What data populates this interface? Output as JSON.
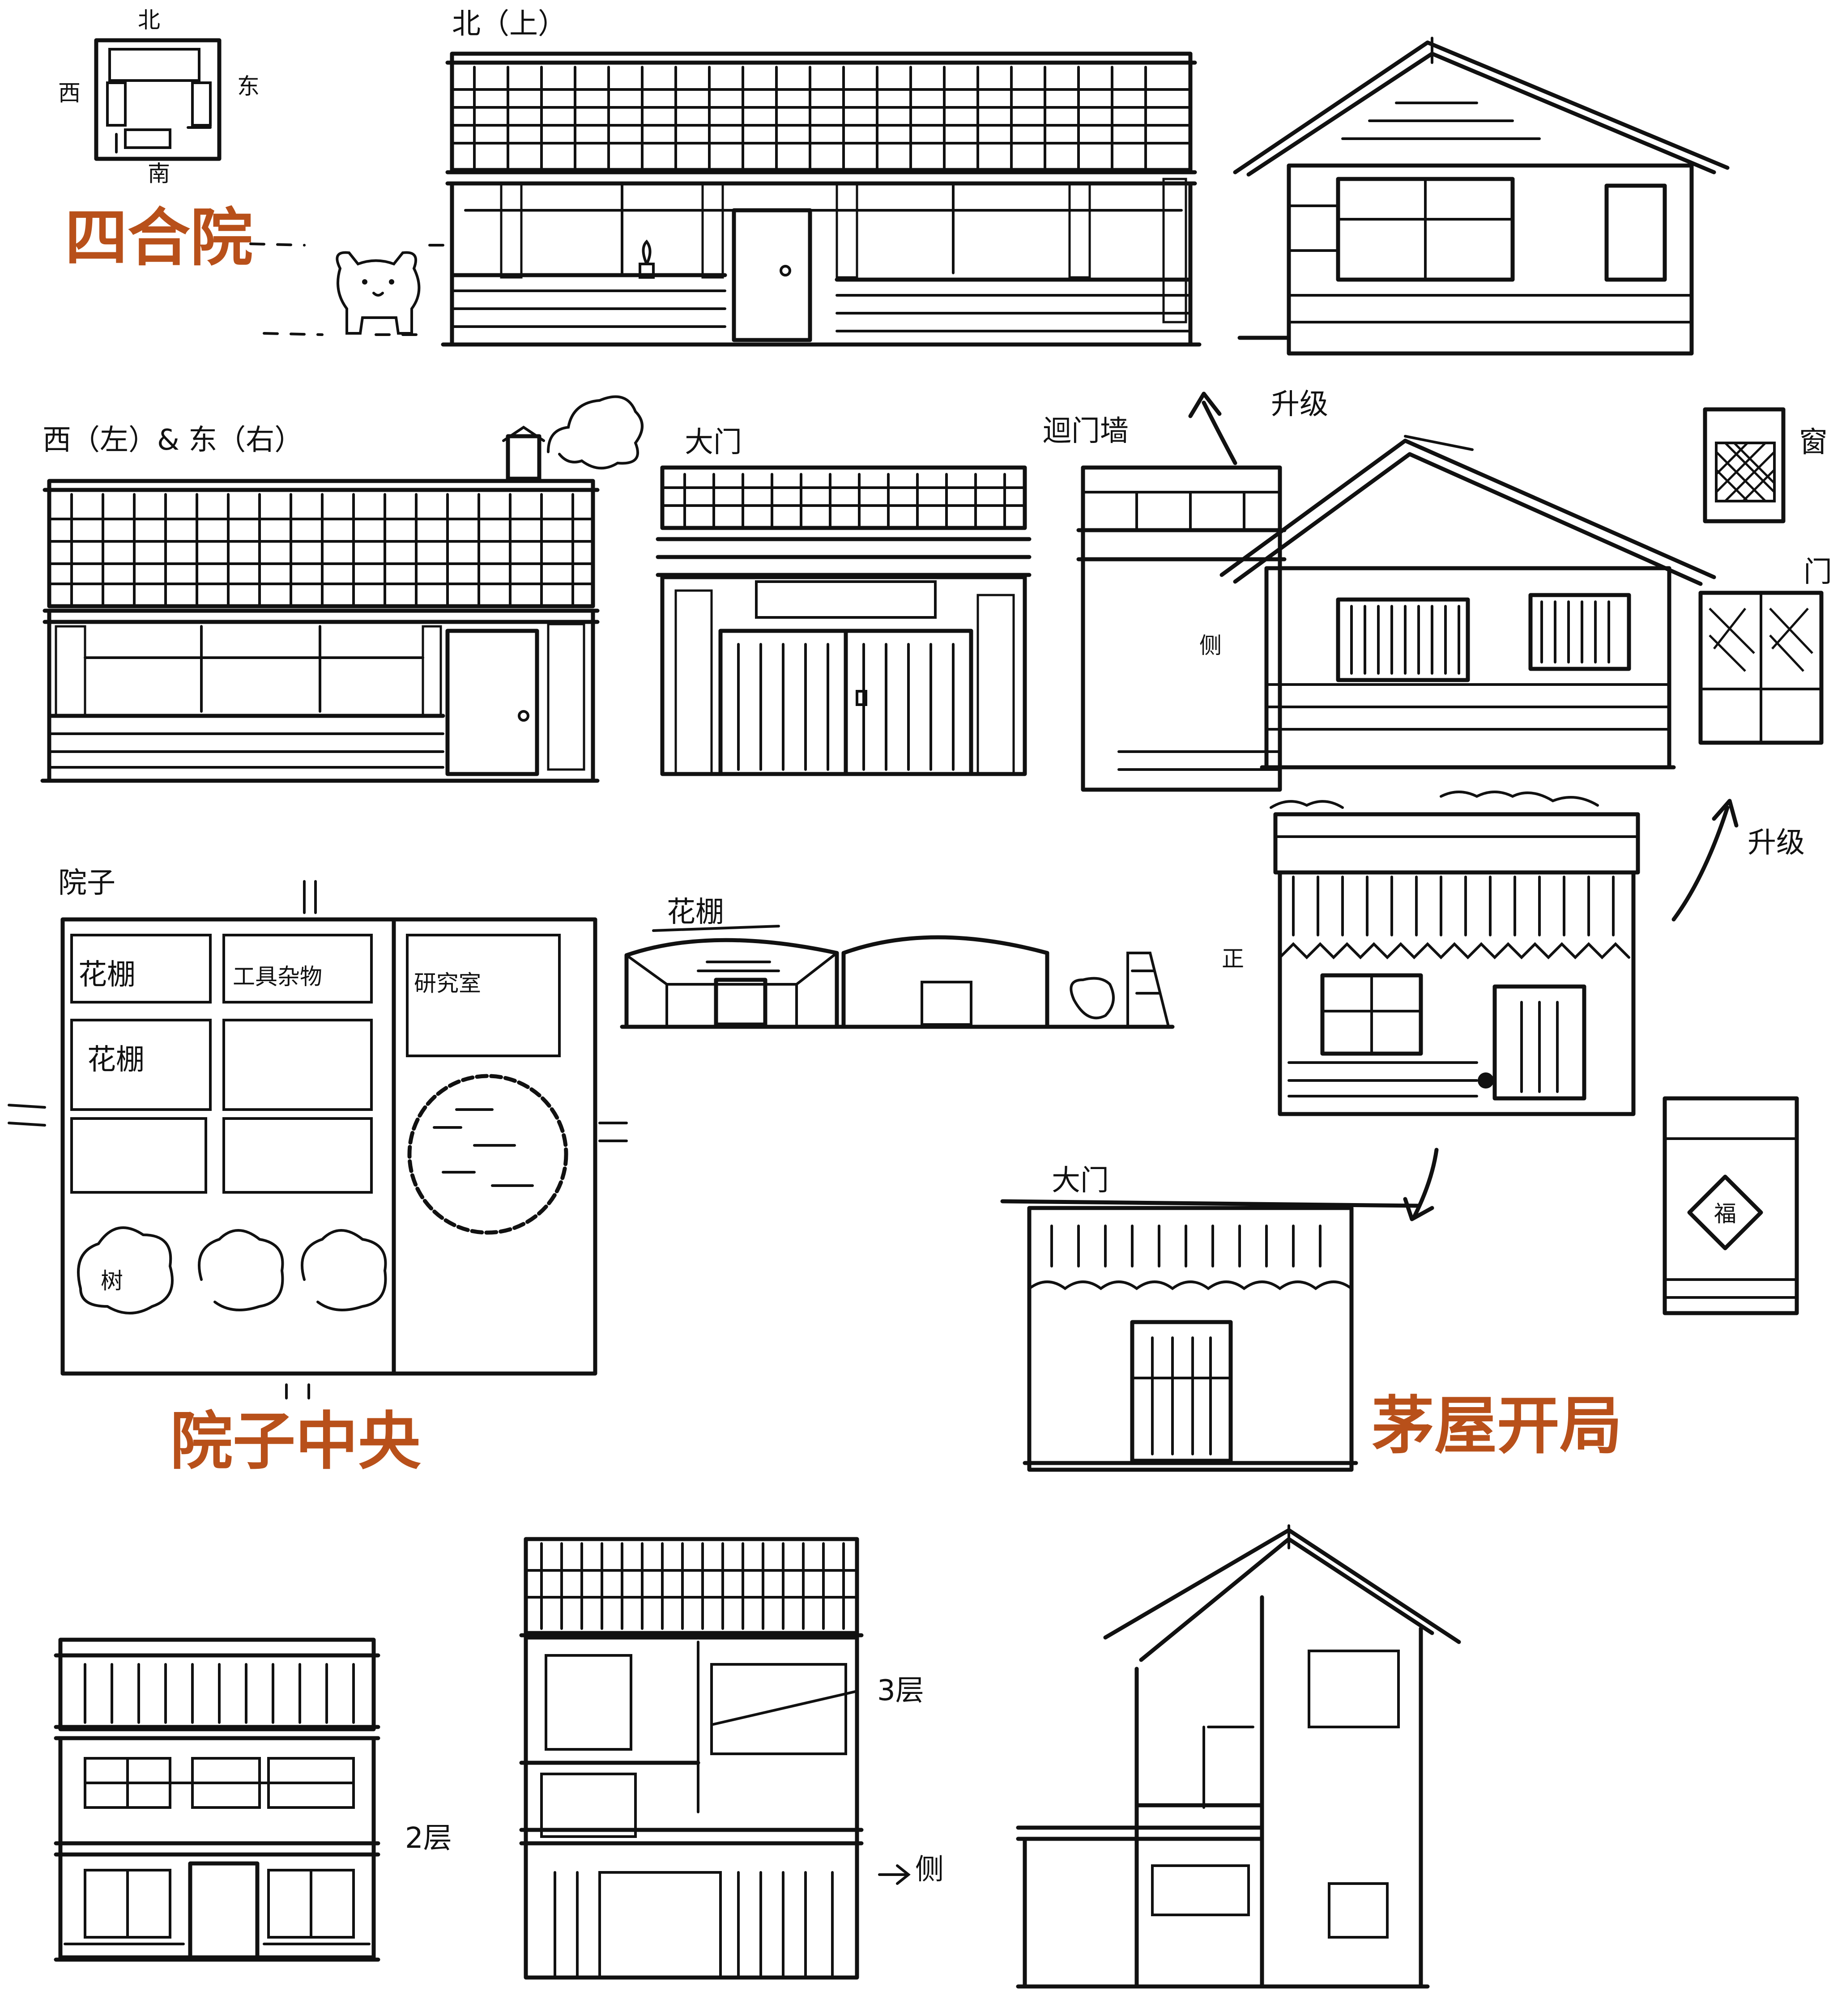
{
  "colors": {
    "ink": "#111111",
    "title": "#b8501a",
    "paper": "#ffffff"
  },
  "titles": {
    "siheyuan": "四合院",
    "courtyard_center": "院子中央",
    "thatched_start": "茅屋开局"
  },
  "compass": {
    "north": "北",
    "south": "南",
    "west": "西",
    "east": "东"
  },
  "labels": {
    "north_up": "北（上）",
    "west_east": "西（左）& 东（右）",
    "gate_1": "大门",
    "screen_wall": "迴门墙",
    "upgrade_1": "升级",
    "window": "窗",
    "door": "门",
    "side_1": "侧",
    "courtyard": "院子",
    "flower_shed_top": "花棚",
    "upgrade_2": "升级",
    "front": "正",
    "gate_2": "大门",
    "floor_2": "2层",
    "floor_3": "3层",
    "side_2": "侧"
  },
  "courtyard_plan": {
    "cells": [
      "花棚",
      "工具杂物",
      "研究室",
      "花棚"
    ],
    "tree": "树"
  },
  "door_sign": "福"
}
